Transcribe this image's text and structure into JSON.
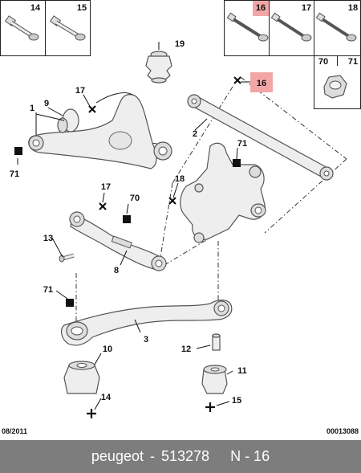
{
  "header_boxes": [
    {
      "label": "14"
    },
    {
      "label": "15"
    },
    {
      "label": "16",
      "highlight": true
    },
    {
      "label": "17"
    },
    {
      "label": "18"
    },
    {
      "label": "70"
    },
    {
      "label": "71"
    }
  ],
  "callouts": {
    "c1": "1",
    "c2": "2",
    "c3": "3",
    "c8": "8",
    "c9": "9",
    "c10": "10",
    "c11": "11",
    "c12": "12",
    "c13": "13",
    "c14": "14",
    "c15": "15",
    "c16": "16",
    "c17a": "17",
    "c17b": "17",
    "c18": "18",
    "c19": "19",
    "c70": "70",
    "c71a": "71",
    "c71b": "71",
    "c71c": "71"
  },
  "footer": {
    "date": "08/2011",
    "ref": "00013088",
    "brand": "peugeot",
    "sep1": "-",
    "part_no": "513278",
    "sep2": "N - 16"
  },
  "colors": {
    "highlight": "#f4a6a6",
    "footer_bg": "#7d7d7d"
  }
}
